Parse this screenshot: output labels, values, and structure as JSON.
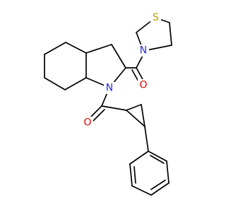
{
  "molecule": {
    "atoms": {
      "sulfur": {
        "label": "S",
        "color": "#b5a200"
      },
      "thiazolidine_nitrogen": {
        "label": "N",
        "color": "#2b2bdd"
      },
      "amide_oxygen_upper": {
        "label": "O",
        "color": "#e00000"
      },
      "indole_nitrogen": {
        "label": "N",
        "color": "#2b2bdd"
      },
      "amide_oxygen_lower": {
        "label": "O",
        "color": "#e00000"
      }
    }
  }
}
